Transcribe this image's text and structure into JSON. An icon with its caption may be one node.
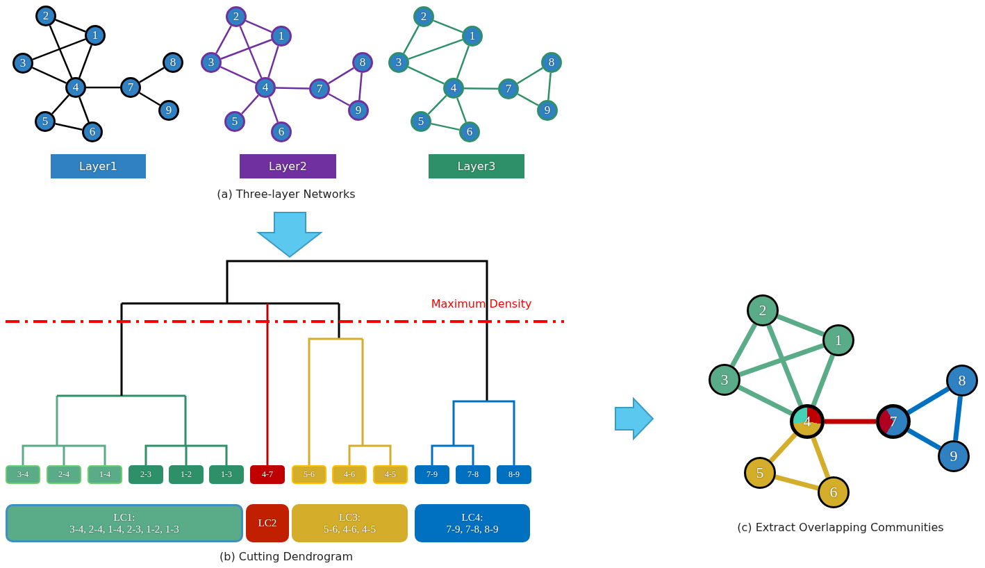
{
  "diagram": {
    "nodes": [
      {
        "text": [
          "1"
        ]
      },
      {
        "text": [
          "2"
        ]
      },
      {
        "text": [
          "3"
        ]
      },
      {
        "text": [
          "4"
        ]
      },
      {
        "text": [
          "5"
        ]
      },
      {
        "text": [
          "6"
        ]
      },
      {
        "text": [
          "7"
        ]
      },
      {
        "text": [
          "8"
        ]
      },
      {
        "text": [
          "9"
        ]
      },
      {
        "text": [
          "1"
        ]
      },
      {
        "text": [
          "2"
        ]
      },
      {
        "text": [
          "3"
        ]
      },
      {
        "text": [
          "4"
        ]
      },
      {
        "text": [
          "5"
        ]
      },
      {
        "text": [
          "6"
        ]
      },
      {
        "text": [
          "7"
        ]
      },
      {
        "text": [
          "8"
        ]
      },
      {
        "text": [
          "9"
        ]
      },
      {
        "text": [
          "1"
        ]
      },
      {
        "text": [
          "2"
        ]
      },
      {
        "text": [
          "3"
        ]
      },
      {
        "text": [
          "4"
        ]
      },
      {
        "text": [
          "5"
        ]
      },
      {
        "text": [
          "6"
        ]
      },
      {
        "text": [
          "7"
        ]
      },
      {
        "text": [
          "8"
        ]
      },
      {
        "text": [
          "9"
        ]
      },
      {
        "text": [
          "Layer1"
        ]
      },
      {
        "text": [
          "Layer2"
        ]
      },
      {
        "text": [
          "Layer3"
        ]
      },
      {
        "text": [
          "3-4"
        ]
      },
      {
        "text": [
          "2-4"
        ]
      },
      {
        "text": [
          "1-4"
        ]
      },
      {
        "text": [
          "2-3"
        ]
      },
      {
        "text": [
          "1-2"
        ]
      },
      {
        "text": [
          "1-3"
        ]
      },
      {
        "text": [
          "4-7"
        ]
      },
      {
        "text": [
          "5-6"
        ]
      },
      {
        "text": [
          "4-6"
        ]
      },
      {
        "text": [
          "4-5"
        ]
      },
      {
        "text": [
          "7-9"
        ]
      },
      {
        "text": [
          "7-8"
        ]
      },
      {
        "text": [
          "8-9"
        ]
      },
      {
        "text": [
          "LC1:",
          "3-4, 2-4, 1-4, 2-3, 1-2, 1-3"
        ]
      },
      {
        "text": [
          "LC2"
        ]
      },
      {
        "text": [
          "LC3:",
          "5-6, 4-6, 4-5"
        ]
      },
      {
        "text": [
          "LC4:",
          "7-9, 7-8, 8-9"
        ]
      },
      {
        "text": [
          "1"
        ]
      },
      {
        "text": [
          "2"
        ]
      },
      {
        "text": [
          "3"
        ]
      },
      {
        "text": [
          "4"
        ]
      },
      {
        "text": [
          "5"
        ]
      },
      {
        "text": [
          "6"
        ]
      },
      {
        "text": [
          "7"
        ]
      },
      {
        "text": [
          "8"
        ]
      },
      {
        "text": [
          "9"
        ]
      }
    ],
    "edges": [
      {
        "from": 1,
        "to": 0,
        "arrow": "none",
        "color": "#000000"
      },
      {
        "from": 1,
        "to": 3,
        "arrow": "none",
        "color": "#000000"
      },
      {
        "from": 2,
        "to": 0,
        "arrow": "none",
        "color": "#000000"
      },
      {
        "from": 2,
        "to": 3,
        "arrow": "none",
        "color": "#000000"
      },
      {
        "from": 0,
        "to": 3,
        "arrow": "none",
        "color": "#000000"
      },
      {
        "from": 3,
        "to": 6,
        "arrow": "none",
        "color": "#000000"
      },
      {
        "from": 6,
        "to": 7,
        "arrow": "none",
        "color": "#000000"
      },
      {
        "from": 6,
        "to": 8,
        "arrow": "none",
        "color": "#000000"
      },
      {
        "from": 3,
        "to": 4,
        "arrow": "none",
        "color": "#000000"
      },
      {
        "from": 3,
        "to": 5,
        "arrow": "none",
        "color": "#000000"
      },
      {
        "from": 4,
        "to": 5,
        "arrow": "none",
        "color": "#000000"
      },
      {
        "from": 10,
        "to": 9,
        "arrow": "none",
        "color": "#7030a0"
      },
      {
        "from": 10,
        "to": 11,
        "arrow": "none",
        "color": "#7030a0"
      },
      {
        "from": 10,
        "to": 12,
        "arrow": "none",
        "color": "#7030a0"
      },
      {
        "from": 11,
        "to": 9,
        "arrow": "none",
        "color": "#7030a0"
      },
      {
        "from": 11,
        "to": 12,
        "arrow": "none",
        "color": "#7030a0"
      },
      {
        "from": 9,
        "to": 12,
        "arrow": "none",
        "color": "#7030a0"
      },
      {
        "from": 12,
        "to": 15,
        "arrow": "none",
        "color": "#7030a0"
      },
      {
        "from": 15,
        "to": 16,
        "arrow": "none",
        "color": "#7030a0"
      },
      {
        "from": 15,
        "to": 17,
        "arrow": "none",
        "color": "#7030a0"
      },
      {
        "from": 16,
        "to": 17,
        "arrow": "none",
        "color": "#7030a0"
      },
      {
        "from": 12,
        "to": 13,
        "arrow": "none",
        "color": "#7030a0"
      },
      {
        "from": 12,
        "to": 14,
        "arrow": "none",
        "color": "#7030a0"
      },
      {
        "from": 19,
        "to": 18,
        "arrow": "none",
        "color": "#2e9068"
      },
      {
        "from": 19,
        "to": 20,
        "arrow": "none",
        "color": "#2e9068"
      },
      {
        "from": 20,
        "to": 18,
        "arrow": "none",
        "color": "#2e9068"
      },
      {
        "from": 20,
        "to": 21,
        "arrow": "none",
        "color": "#2e9068"
      },
      {
        "from": 18,
        "to": 21,
        "arrow": "none",
        "color": "#2e9068"
      },
      {
        "from": 21,
        "to": 24,
        "arrow": "none",
        "color": "#2e9068"
      },
      {
        "from": 24,
        "to": 25,
        "arrow": "none",
        "color": "#2e9068"
      },
      {
        "from": 24,
        "to": 26,
        "arrow": "none",
        "color": "#2e9068"
      },
      {
        "from": 25,
        "to": 26,
        "arrow": "none",
        "color": "#2e9068"
      },
      {
        "from": 21,
        "to": 22,
        "arrow": "none",
        "color": "#2e9068"
      },
      {
        "from": 21,
        "to": 23,
        "arrow": "none",
        "color": "#2e9068"
      },
      {
        "from": 22,
        "to": 23,
        "arrow": "none",
        "color": "#2e9068"
      },
      {
        "from": 48,
        "to": 47,
        "arrow": "none",
        "style": "thick",
        "color": "#5aab87"
      },
      {
        "from": 48,
        "to": 49,
        "arrow": "none",
        "style": "thick",
        "color": "#5aab87"
      },
      {
        "from": 48,
        "to": 50,
        "arrow": "none",
        "style": "thick",
        "color": "#5aab87"
      },
      {
        "from": 49,
        "to": 47,
        "arrow": "none",
        "style": "thick",
        "color": "#5aab87"
      },
      {
        "from": 49,
        "to": 50,
        "arrow": "none",
        "style": "thick",
        "color": "#5aab87"
      },
      {
        "from": 47,
        "to": 50,
        "arrow": "none",
        "style": "thick",
        "color": "#5aab87"
      },
      {
        "from": 50,
        "to": 53,
        "arrow": "none",
        "style": "thick",
        "color": "#c00000"
      },
      {
        "from": 53,
        "to": 54,
        "arrow": "none",
        "style": "thick",
        "color": "#0070c0"
      },
      {
        "from": 53,
        "to": 55,
        "arrow": "none",
        "style": "thick",
        "color": "#0070c0"
      },
      {
        "from": 54,
        "to": 55,
        "arrow": "none",
        "style": "thick",
        "color": "#0070c0"
      },
      {
        "from": 50,
        "to": 51,
        "arrow": "none",
        "style": "thick",
        "color": "#d4ad2a"
      },
      {
        "from": 50,
        "to": 52,
        "arrow": "none",
        "style": "thick",
        "color": "#d4ad2a"
      },
      {
        "from": 51,
        "to": 52,
        "arrow": "none",
        "style": "thick",
        "color": "#d4ad2a"
      }
    ],
    "labels": [
      "(a) Three-layer Networks",
      "Maximum Density",
      "(b) Cutting Dendrogram",
      "(c) Extract Overlapping Communities"
    ]
  }
}
